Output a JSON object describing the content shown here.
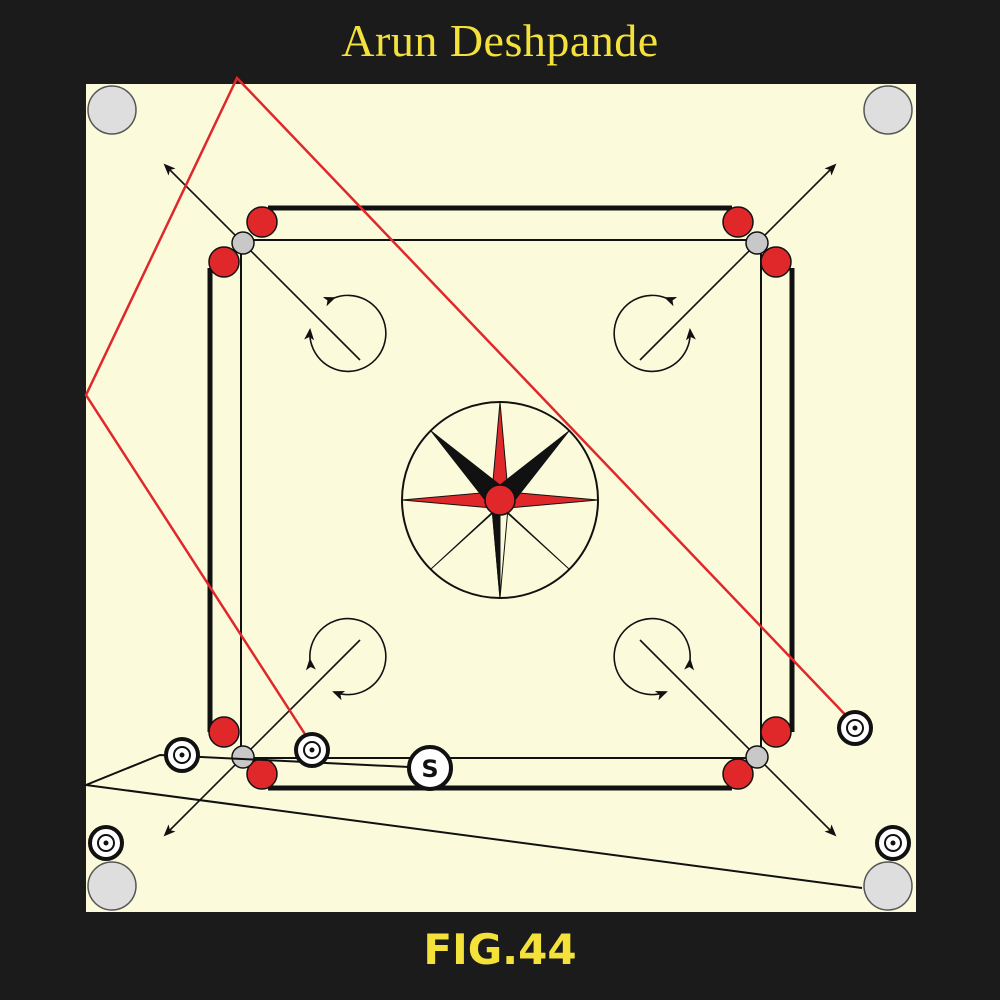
{
  "header": {
    "author": "Arun Deshpande"
  },
  "footer": {
    "figure_label": "FIG.44"
  },
  "striker": {
    "label": "S"
  },
  "colors": {
    "background": "#1b1b1b",
    "board": "#fbfbdc",
    "text_accent": "#f4e23a",
    "red_coin": "#e0282a",
    "shot_line": "#e0282a",
    "pocket": "#dedede",
    "line": "#111111"
  }
}
